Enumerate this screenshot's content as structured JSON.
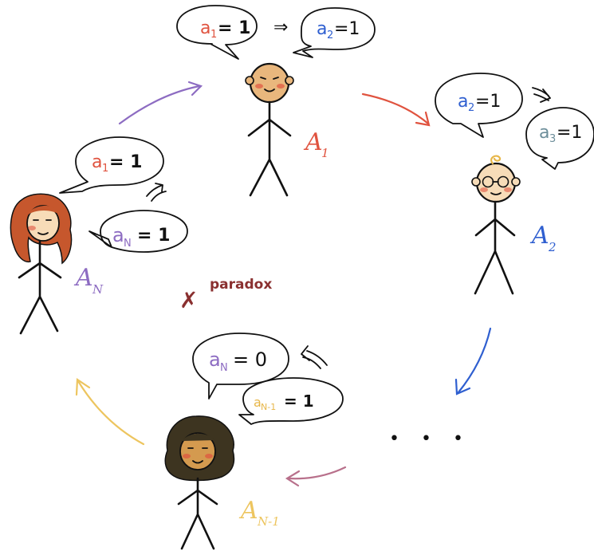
{
  "colors": {
    "red": "#e0533f",
    "blue": "#2f5fd0",
    "teal": "#6d8e9a",
    "purple": "#8d6cc2",
    "mustard": "#e7b648",
    "yellow": "#edc55f",
    "pink": "#b8708b",
    "maroon": "#8a3030",
    "skin_light": "#e9b77d",
    "skin_pale": "#f7dcb8",
    "skin_tan": "#d49a4f",
    "hair_red": "#c6572d",
    "hair_dark": "#3d3420"
  },
  "agents": [
    {
      "name": "A",
      "index": "1",
      "color_key": "red",
      "bubbles": [
        {
          "var": "a",
          "sub": "1",
          "eq": "= 1",
          "var_color_key": "red"
        },
        {
          "var": "a",
          "sub": "2",
          "eq": "=1",
          "var_color_key": "blue"
        }
      ],
      "implication": "⇒"
    },
    {
      "name": "A",
      "index": "2",
      "color_key": "blue",
      "bubbles": [
        {
          "var": "a",
          "sub": "2",
          "eq": "=1",
          "var_color_key": "blue"
        },
        {
          "var": "a",
          "sub": "3",
          "eq": "=1",
          "var_color_key": "teal"
        }
      ]
    },
    {
      "name": "A",
      "index": "N-1",
      "color_key": "yellow",
      "bubbles": [
        {
          "var": "a",
          "sub": "N",
          "eq": "= 0",
          "var_color_key": "purple"
        },
        {
          "var": "a",
          "sub": "N-1",
          "eq": "= 1",
          "var_color_key": "mustard"
        }
      ]
    },
    {
      "name": "A",
      "index": "N",
      "color_key": "purple",
      "bubbles": [
        {
          "var": "a",
          "sub": "1",
          "eq": "= 1",
          "var_color_key": "red"
        },
        {
          "var": "a",
          "sub": "N",
          "eq": "= 1",
          "var_color_key": "purple"
        }
      ]
    }
  ],
  "ellipsis": "• • •",
  "paradox": {
    "mark": "✗",
    "text": "paradox",
    "color_key": "maroon"
  }
}
